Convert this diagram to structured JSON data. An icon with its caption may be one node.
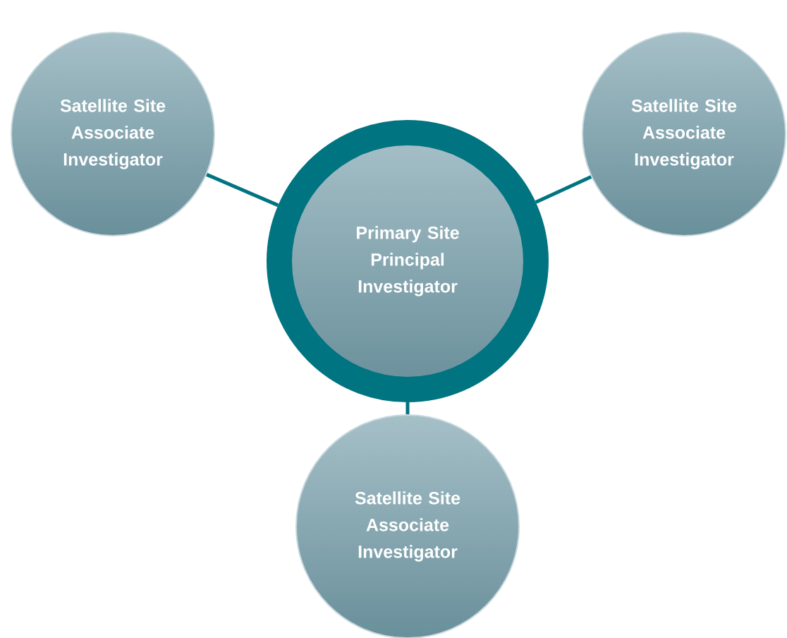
{
  "diagram": {
    "nodes": [
      {
        "text": [
          "Satellite Site Associate Investigator"
        ]
      },
      {
        "text": [
          "Primary Site Principal Investigator"
        ]
      },
      {
        "text": [
          "Satellite Site Associate Investigator"
        ]
      },
      {
        "text": [
          "Satellite Site Associate Investigator"
        ]
      }
    ],
    "edges": [
      {
        "from": 1,
        "to": 0,
        "arrow": "none"
      },
      {
        "from": 1,
        "to": 2,
        "arrow": "none"
      },
      {
        "from": 1,
        "to": 3,
        "arrow": "none"
      }
    ]
  }
}
